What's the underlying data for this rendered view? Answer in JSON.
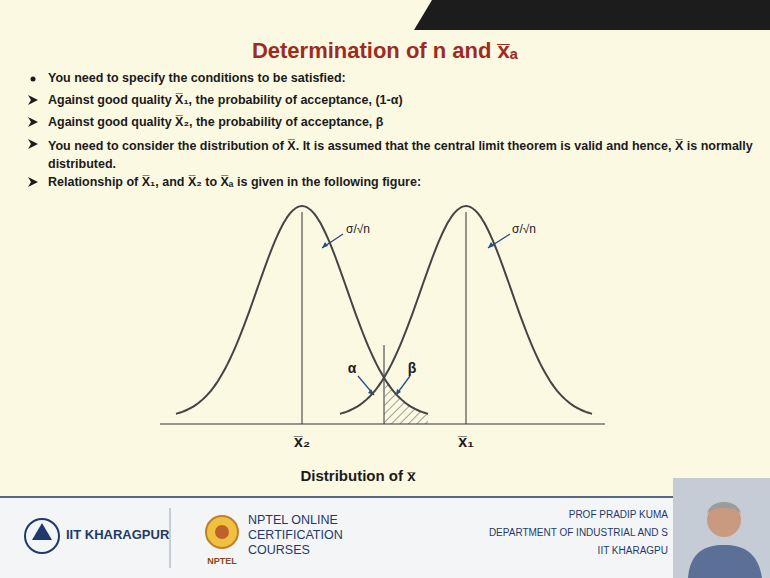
{
  "diagram": {
    "title": "Determination of n and x̅ₐ",
    "labels": [
      "You need to specify the conditions to be satisfied:",
      "Against good quality X̅₁, the probability of acceptance, (1-α)",
      "Against good quality X̅₂, the probability of acceptance, β",
      "You need to consider the distribution of X̅. It is assumed that the central limit theorem is valid and hence, X̅ is normally distributed.",
      "Relationship of X̅₁, and X̅₂ to X̅ₐ is given in the following figure:",
      "σ/√n",
      "σ/√n",
      "α",
      "β",
      "x̅₂",
      "x̅₁",
      "Distribution of x̅",
      "IIT KHARAGPUR",
      "NPTEL ONLINE CERTIFICATION COURSES",
      "NPTEL",
      "PROF PRADIP KUMA",
      "DEPARTMENT OF INDUSTRIAL AND S",
      "IIT KHARAGPU"
    ]
  }
}
